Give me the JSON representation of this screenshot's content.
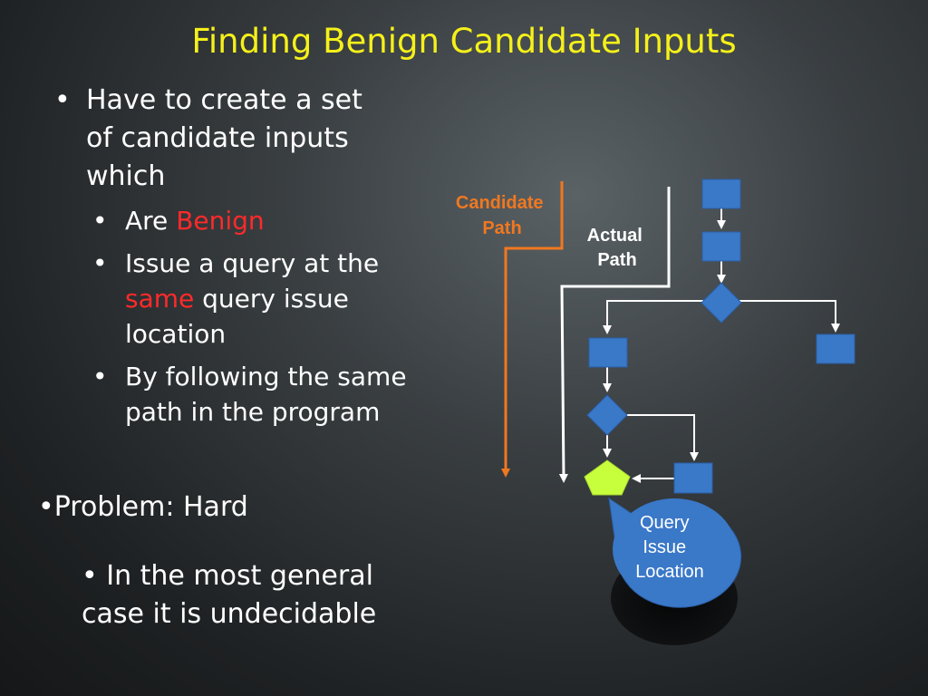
{
  "title": "Finding Benign Candidate Inputs",
  "bullets": {
    "b1_lines": [
      "Have to create a set",
      "of candidate inputs",
      "which"
    ],
    "sub1": {
      "pre": "Are ",
      "highlight": "Benign"
    },
    "sub2": {
      "line1": "Issue a query at the",
      "highlight": "same",
      "line2_rest": " query issue",
      "line3": "location"
    },
    "sub3_lines": [
      "By following the same",
      "path in the program"
    ],
    "problem": "Problem: Hard",
    "problem_sub_lines": [
      "In the most general",
      "case it is undecidable"
    ]
  },
  "diagram": {
    "candidate_path_label": [
      "Candidate",
      "Path"
    ],
    "actual_path_label": [
      "Actual",
      "Path"
    ],
    "callout_label": [
      "Query",
      "Issue",
      "Location"
    ]
  },
  "colors": {
    "title": "#f5f01a",
    "highlight": "#ff2a2a",
    "candidate_path": "#f07820",
    "node_blue": "#3a78c8",
    "pentagon": "#c8ff3c"
  }
}
